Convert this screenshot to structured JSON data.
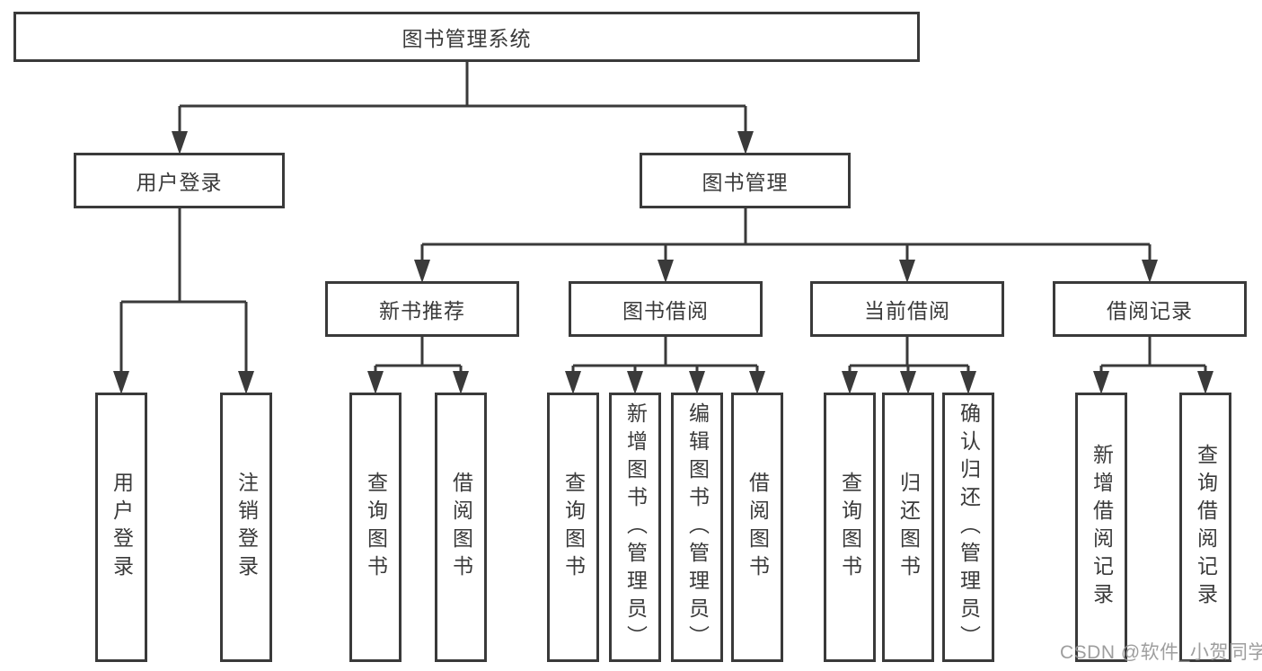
{
  "colors": {
    "line": "#3a3a3a",
    "box_border": "#3a3a3a",
    "box_background": "#ffffff",
    "text": "#3a3a3a",
    "watermark": "#949494"
  },
  "watermark": "CSDN @软件_小贺同学",
  "tree": {
    "root": "图书管理系统",
    "branches": [
      {
        "label": "用户登录",
        "children": [
          "用户登录",
          "注销登录"
        ]
      },
      {
        "label": "图书管理",
        "children": [
          {
            "label": "新书推荐",
            "children": [
              "查询图书",
              "借阅图书"
            ]
          },
          {
            "label": "图书借阅",
            "children": [
              "查询图书",
              "新增图书（管理员）",
              "编辑图书（管理员）",
              "借阅图书"
            ]
          },
          {
            "label": "当前借阅",
            "children": [
              "查询图书",
              "归还图书",
              "确认归还（管理员）"
            ]
          },
          {
            "label": "借阅记录",
            "children": [
              "新增借阅记录",
              "查询借阅记录"
            ]
          }
        ]
      }
    ]
  }
}
